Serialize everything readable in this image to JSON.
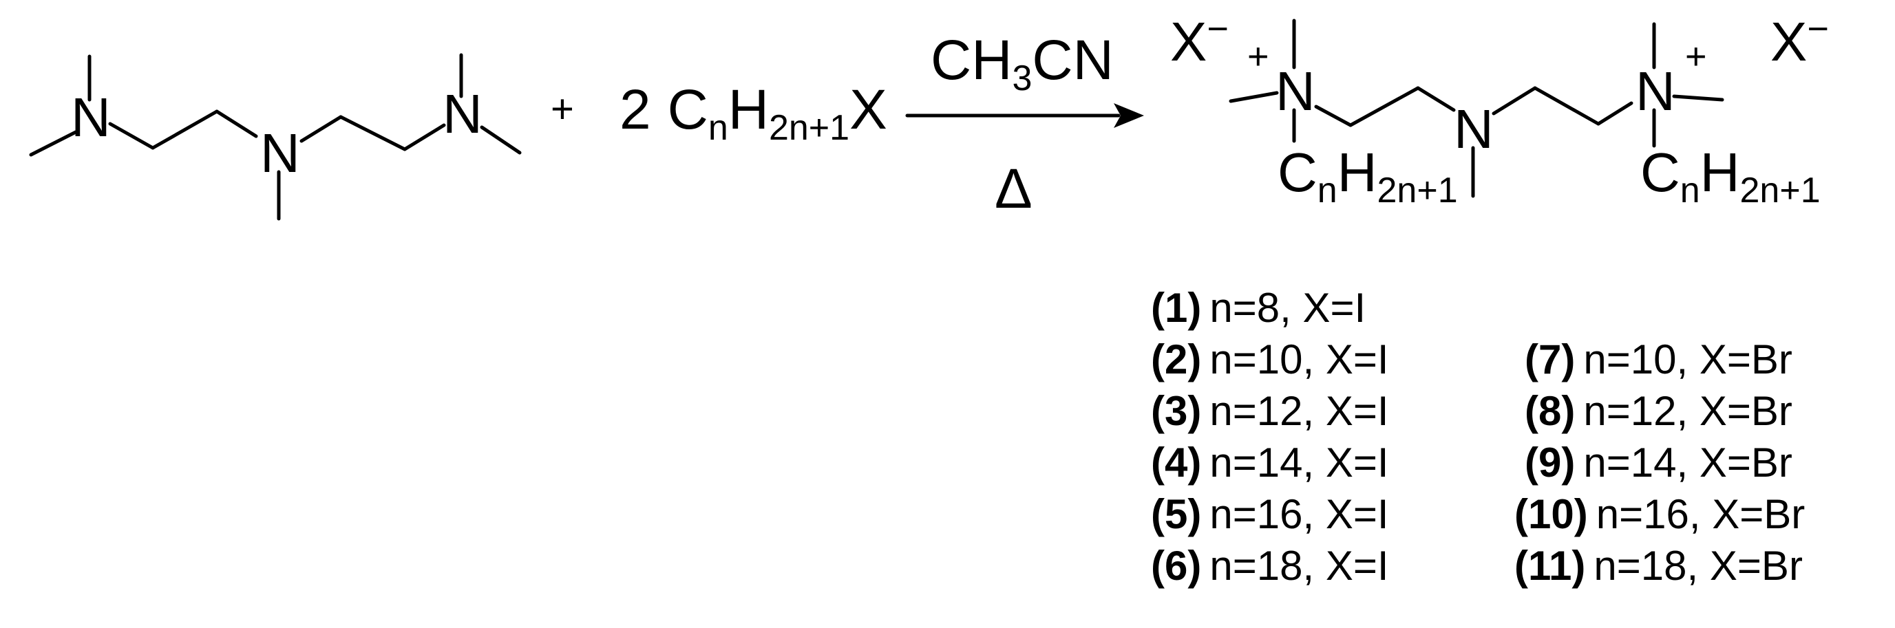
{
  "reactant_amine": {
    "nitrogen": "N"
  },
  "plus_sign": "+",
  "alkyl_halide": {
    "coefficient": "2",
    "carbon": "C",
    "n": "n",
    "hydrogen": "H",
    "sub": "2n+1",
    "halide": "X"
  },
  "conditions": {
    "solvent": {
      "c": "CH",
      "sub": "3",
      "rest": "CN"
    },
    "heat": "Δ"
  },
  "product": {
    "nitrogen": "N",
    "charge": "+",
    "counterion": {
      "x": "X",
      "minus": "−"
    },
    "chain": {
      "carbon": "C",
      "n": "n",
      "hydrogen": "H",
      "sub": "2n+1"
    }
  },
  "compounds": [
    {
      "id": "(1)",
      "desc": "n=8, X=I"
    },
    {
      "id": "(2)",
      "desc": "n=10, X=I"
    },
    {
      "id": "(3)",
      "desc": "n=12, X=I"
    },
    {
      "id": "(4)",
      "desc": "n=14, X=I"
    },
    {
      "id": "(5)",
      "desc": "n=16, X=I"
    },
    {
      "id": "(6)",
      "desc": "n=18, X=I"
    },
    {
      "id": "(7)",
      "desc": "n=10, X=Br"
    },
    {
      "id": "(8)",
      "desc": "n=12, X=Br"
    },
    {
      "id": "(9)",
      "desc": "n=14, X=Br"
    },
    {
      "id": "(10)",
      "desc": "n=16, X=Br"
    },
    {
      "id": "(11)",
      "desc": "n=18, X=Br"
    }
  ]
}
